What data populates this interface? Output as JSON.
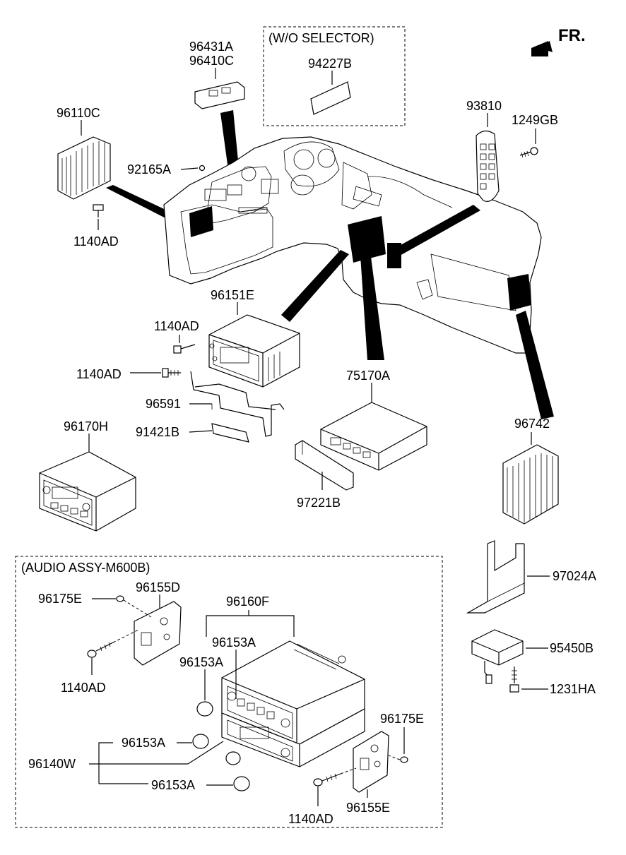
{
  "direction": {
    "label": "FR."
  },
  "groups": {
    "wo_selector": "(W/O SELECTOR)",
    "audio_assy": "(AUDIO ASSY-M600B)"
  },
  "parts": {
    "p96431A": "96431A",
    "p96410C": "96410C",
    "p94227B": "94227B",
    "p96110C": "96110C",
    "p92165A": "92165A",
    "p1140AD_a": "1140AD",
    "p93810": "93810",
    "p1249GB": "1249GB",
    "p96151E": "96151E",
    "p1140AD_b": "1140AD",
    "p1140AD_c": "1140AD",
    "p96591": "96591",
    "p91421B": "91421B",
    "p75170A": "75170A",
    "p96742": "96742",
    "p96170H": "96170H",
    "p97221B": "97221B",
    "p97024A": "97024A",
    "p95450B": "95450B",
    "p1231HA": "1231HA",
    "p96175E_a": "96175E",
    "p96155D": "96155D",
    "p96160F": "96160F",
    "p96153A_a": "96153A",
    "p96153A_b": "96153A",
    "p1140AD_d": "1140AD",
    "p96175E_b": "96175E",
    "p96140W": "96140W",
    "p96153A_c": "96153A",
    "p96153A_d": "96153A",
    "p96155E": "96155E",
    "p1140AD_e": "1140AD"
  }
}
